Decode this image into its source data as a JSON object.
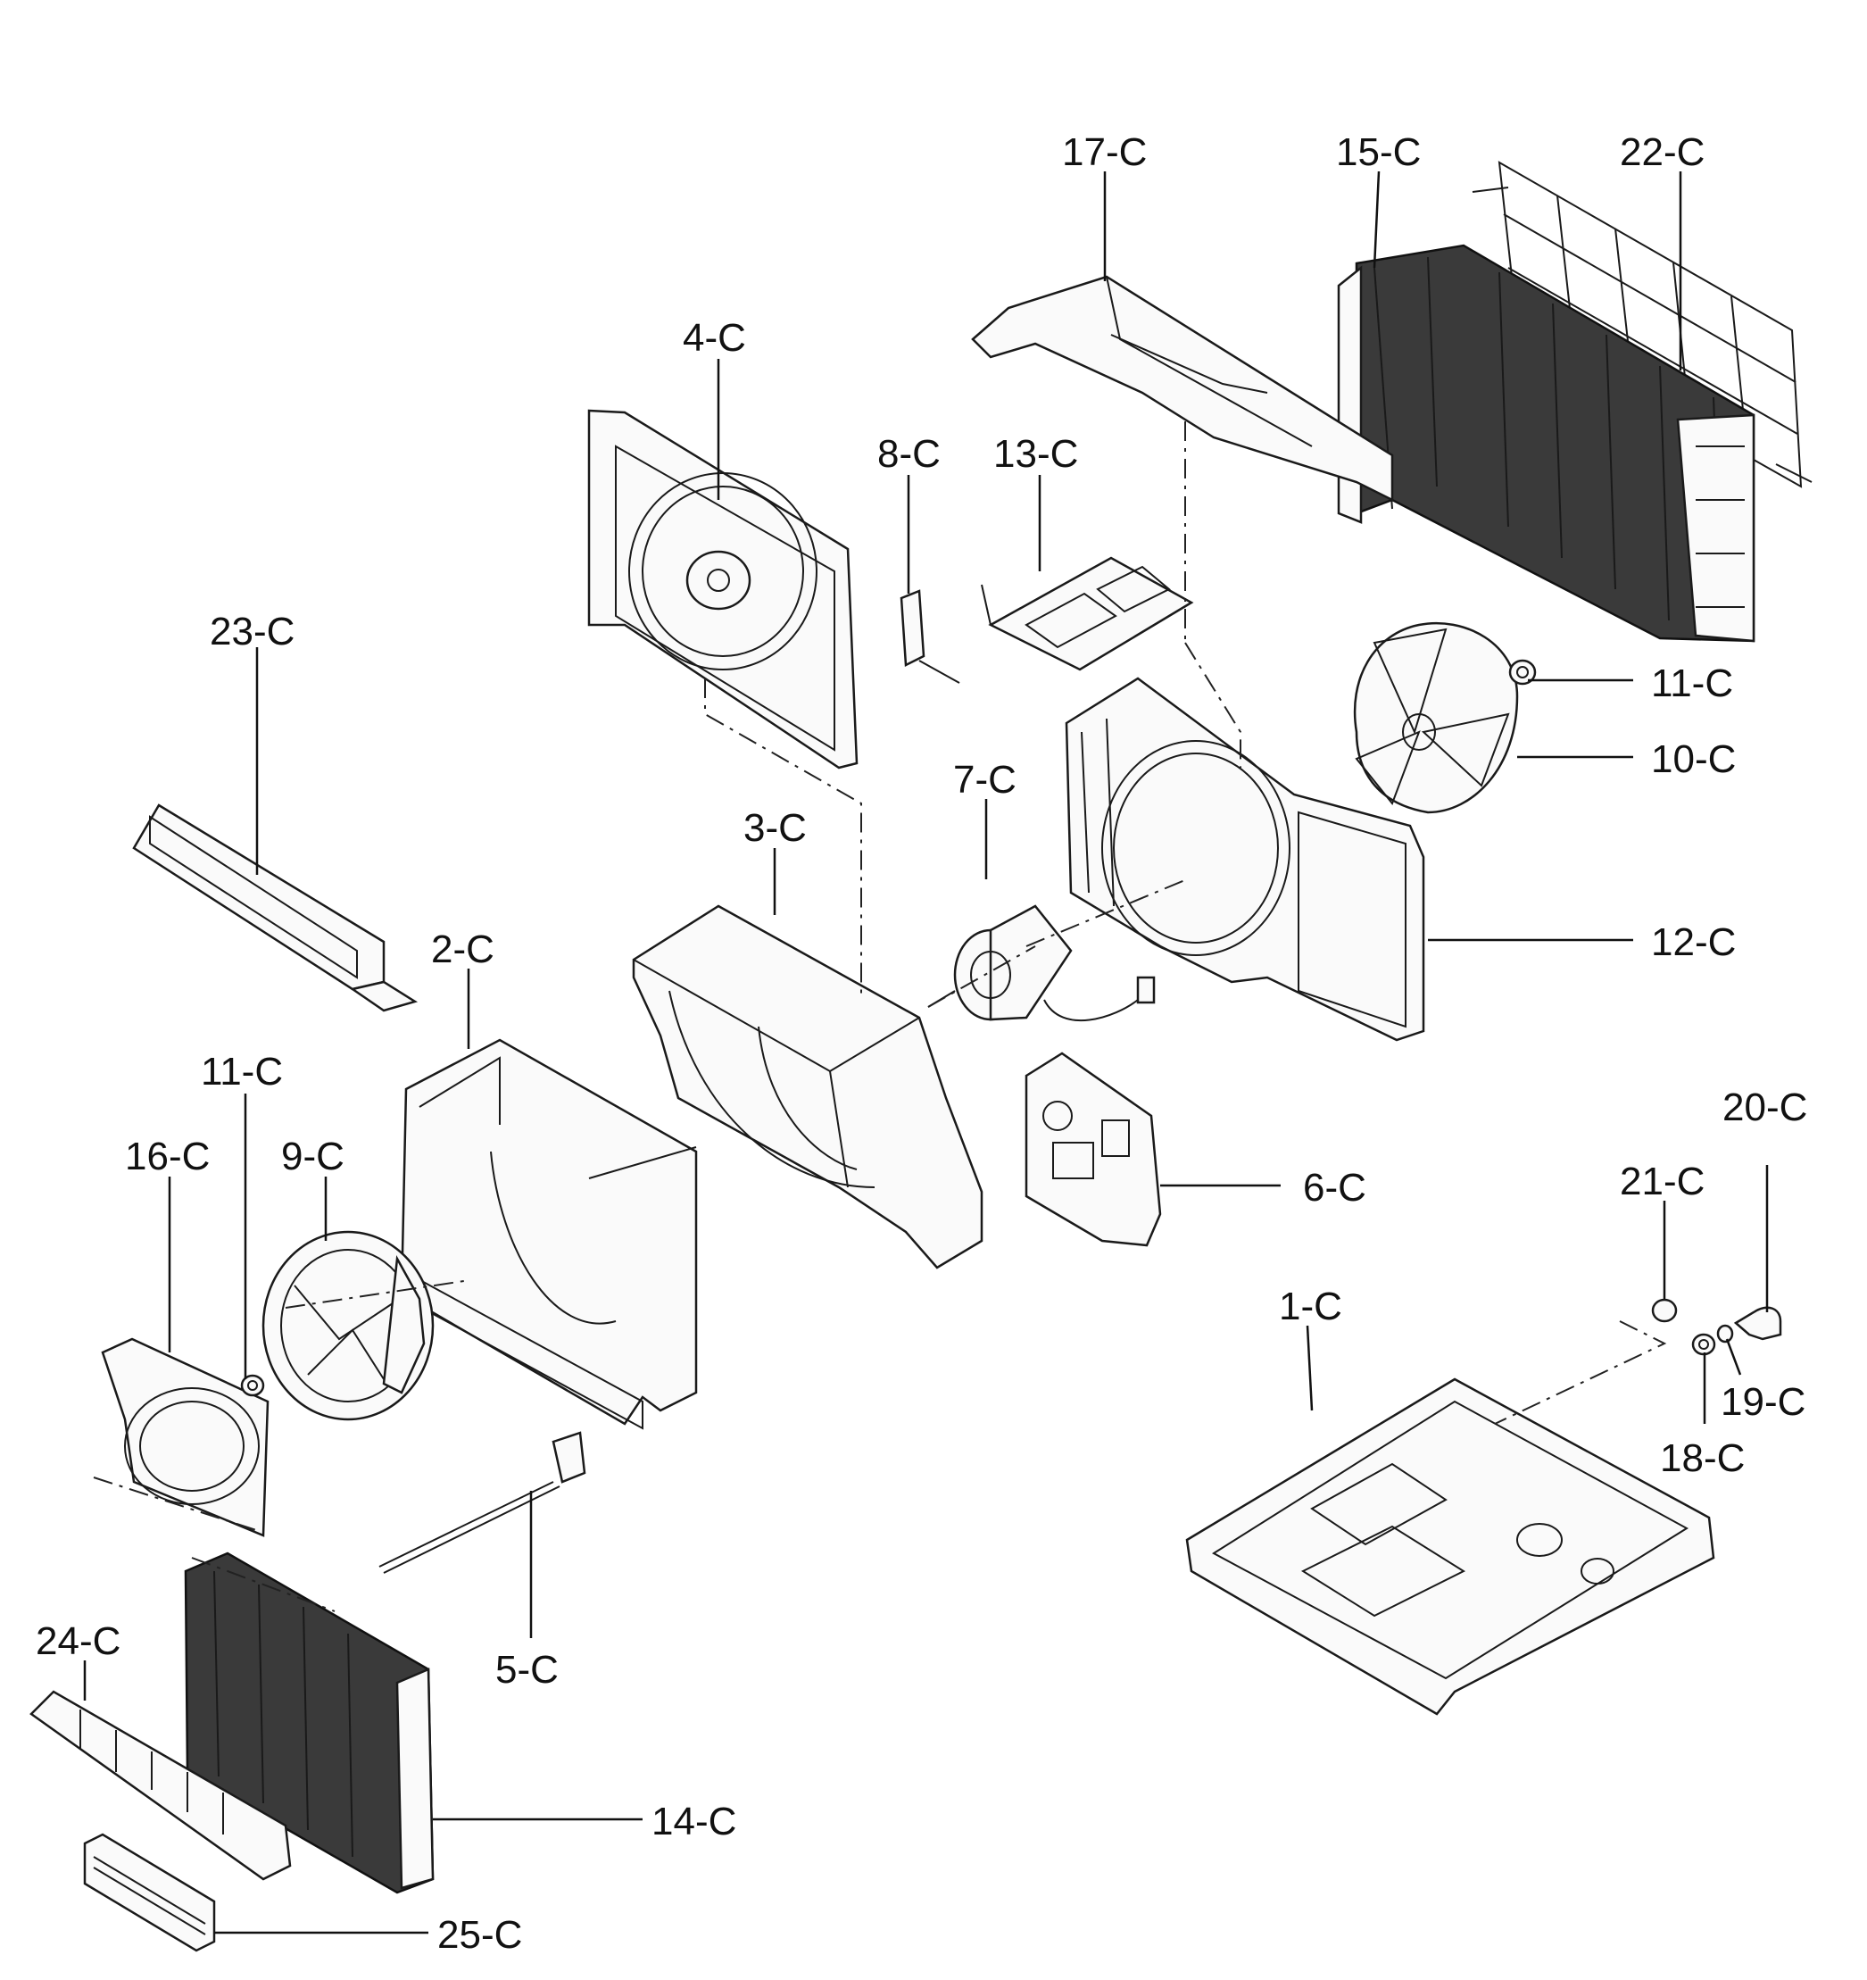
{
  "labels": {
    "p1": "1-C",
    "p2": "2-C",
    "p3": "3-C",
    "p4": "4-C",
    "p5": "5-C",
    "p6": "6-C",
    "p7": "7-C",
    "p8": "8-C",
    "p9": "9-C",
    "p10": "10-C",
    "p11a": "11-C",
    "p11b": "11-C",
    "p12": "12-C",
    "p13": "13-C",
    "p14": "14-C",
    "p15": "15-C",
    "p16": "16-C",
    "p17": "17-C",
    "p18": "18-C",
    "p19": "19-C",
    "p20": "20-C",
    "p21": "21-C",
    "p22": "22-C",
    "p23": "23-C",
    "p24": "24-C",
    "p25": "25-C"
  }
}
